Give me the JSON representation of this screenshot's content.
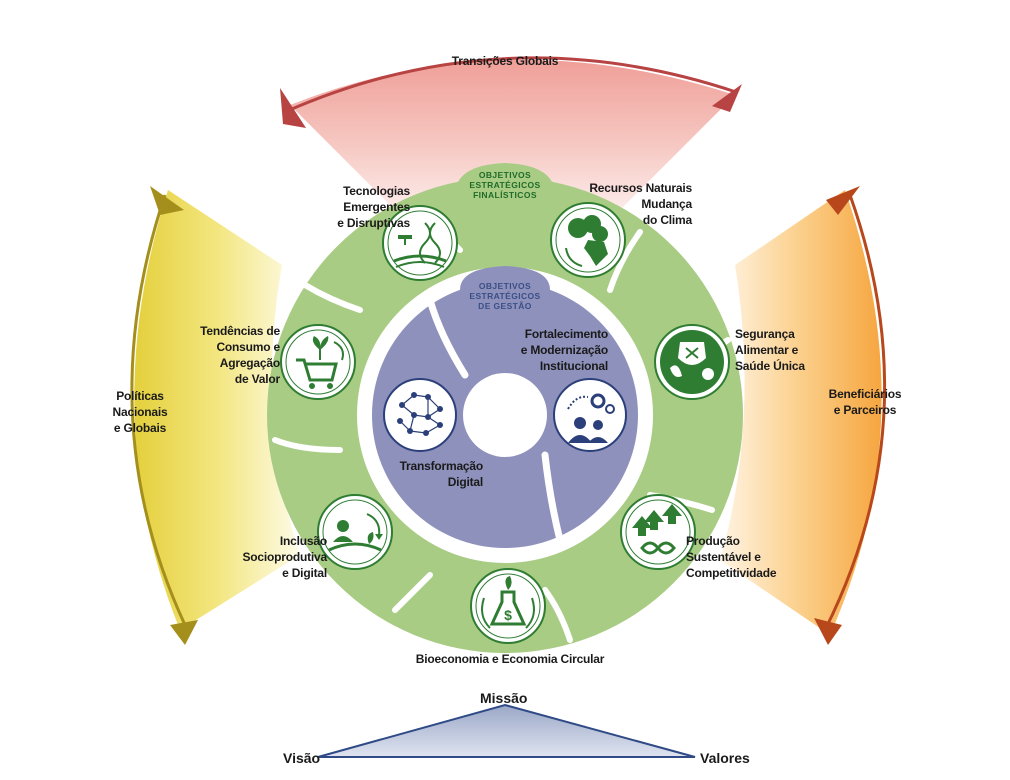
{
  "colors": {
    "outer_ring": "#a9cc84",
    "inner_disc": "#8e91bb",
    "icon_green": "#2e7d32",
    "icon_navy": "#2b3f7a",
    "arrow_top": "#b84343",
    "arrow_left": "#a48f1c",
    "arrow_right": "#b8481c",
    "finalisticos_title": "#1f6b2a",
    "gestao_title": "#3a4f86",
    "triangle": "#2f4a86"
  },
  "top_arrow": {
    "label": "Transições  Globais"
  },
  "left_arrow": {
    "label_lines": [
      "Políticas",
      "Nacionais",
      "e Globais"
    ]
  },
  "right_arrow": {
    "label_lines": [
      "Beneficiários",
      "e Parceiros"
    ]
  },
  "outer_ring": {
    "title_lines": [
      "OBJETIVOS",
      "ESTRATÉGICOS",
      "FINALÍSTICOS"
    ],
    "items": [
      {
        "icon": "drone-dna-icon",
        "label_lines": [
          "Tecnologias",
          "Emergentes",
          "e Disruptivas"
        ]
      },
      {
        "icon": "forest-brazil-map-icon",
        "label_lines": [
          "Recursos Naturais",
          "Mudança",
          "do Clima"
        ]
      },
      {
        "icon": "shield-leaf-paw-icon",
        "label_lines": [
          "Segurança",
          "Alimentar e",
          "Saúde Única"
        ]
      },
      {
        "icon": "arrows-infinity-icon",
        "label_lines": [
          "Produção",
          "Sustentável e",
          "Competitividade"
        ]
      },
      {
        "icon": "flask-dollar-icon",
        "label_lines": [
          "Bioeconomia e Economia  Circular"
        ]
      },
      {
        "icon": "farmer-field-icon",
        "label_lines": [
          "Inclusão",
          "Socioprodutiva",
          "e Digital"
        ]
      },
      {
        "icon": "cart-plant-icon",
        "label_lines": [
          "Tendências de",
          "Consumo  e",
          "Agregação",
          "de Valor"
        ]
      }
    ]
  },
  "inner_disc": {
    "title_lines": [
      "OBJETIVOS",
      "ESTRATÉGICOS",
      "DE GESTÃO"
    ],
    "items": [
      {
        "icon": "people-gears-icon",
        "label_lines": [
          "Fortalecimento",
          "e Modernização",
          "Institucional"
        ]
      },
      {
        "icon": "brain-network-icon",
        "label_lines": [
          "Transformação",
          "Digital"
        ]
      }
    ]
  },
  "triangle": {
    "top": "Missão",
    "left": "Visão",
    "right": "Valores"
  }
}
